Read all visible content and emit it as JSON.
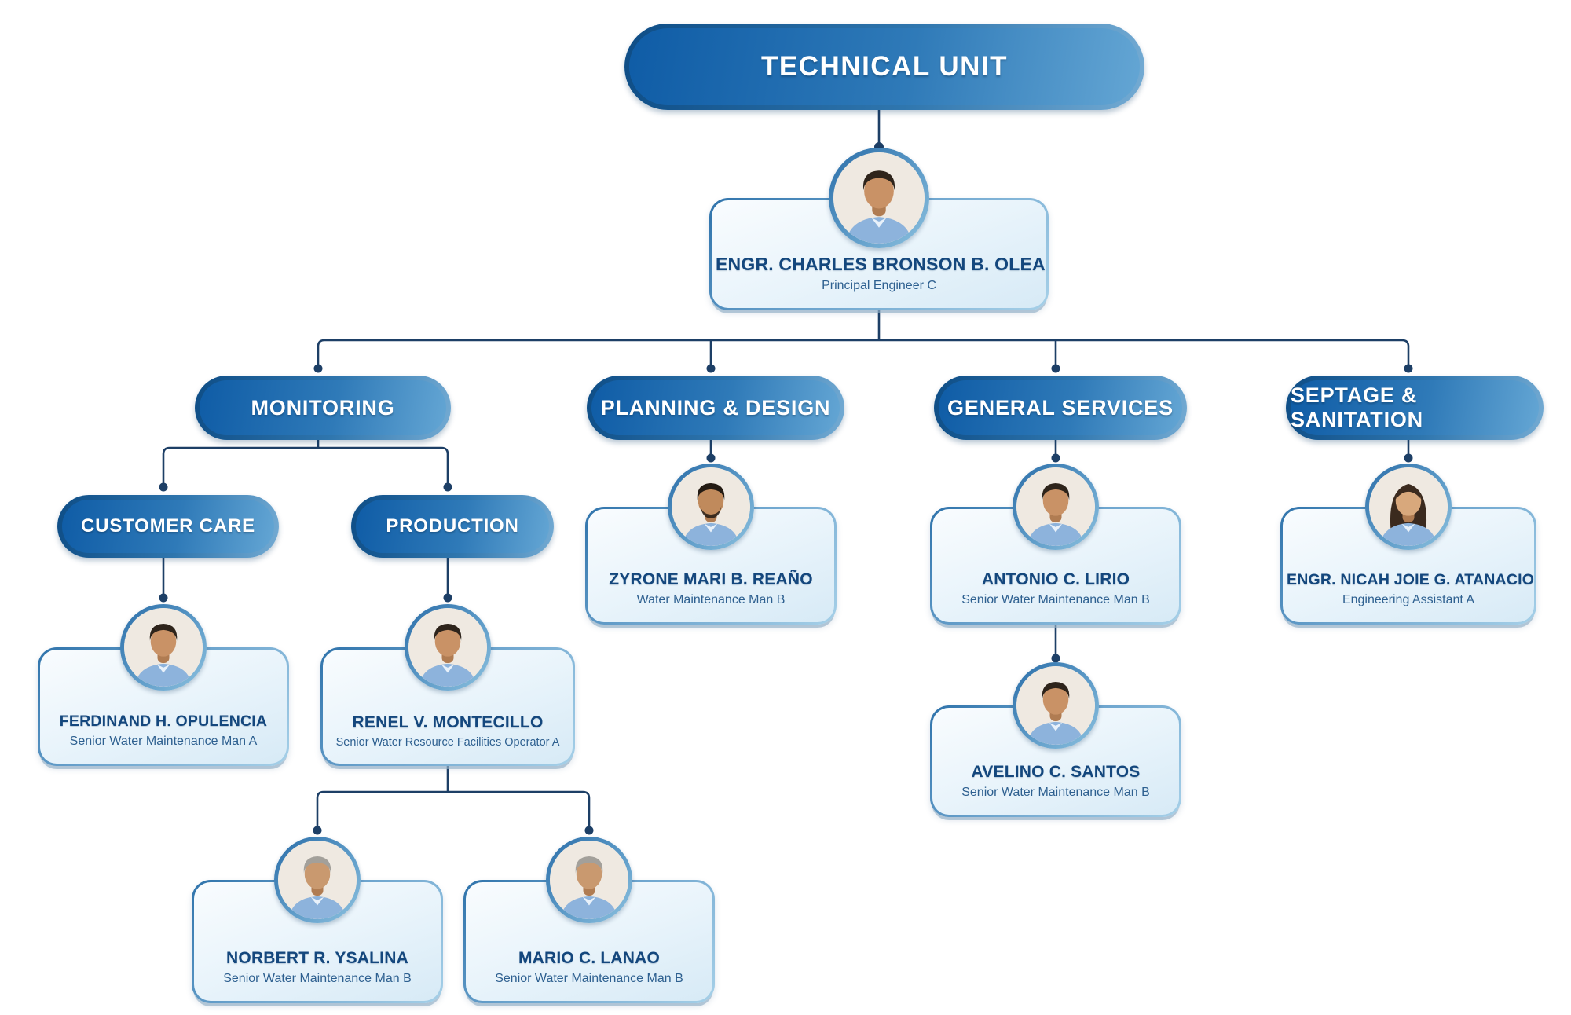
{
  "title": "TECHNICAL UNIT",
  "head": {
    "name": "ENGR. CHARLES BRONSON B. OLEA",
    "role": "Principal Engineer C",
    "avatar": "male-adult"
  },
  "branches": [
    {
      "label": "MONITORING",
      "units": [
        {
          "label": "CUSTOMER CARE",
          "person": {
            "name": "FERDINAND H. OPULENCIA",
            "role": "Senior Water Maintenance Man A",
            "avatar": "male-adult"
          }
        },
        {
          "label": "PRODUCTION",
          "person": {
            "name": "RENEL V. MONTECILLO",
            "role": "Senior Water Resource Facilities Operator A",
            "avatar": "male-adult"
          },
          "reports": [
            {
              "name": "NORBERT R. YSALINA",
              "role": "Senior Water Maintenance Man B",
              "avatar": "male-senior"
            },
            {
              "name": "MARIO C. LANAO",
              "role": "Senior Water Maintenance Man B",
              "avatar": "male-senior"
            }
          ]
        }
      ]
    },
    {
      "label": "PLANNING & DESIGN",
      "person": {
        "name": "ZYRONE MARI B. REAÑO",
        "role": "Water Maintenance Man B",
        "avatar": "male-young"
      }
    },
    {
      "label": "GENERAL SERVICES",
      "person": {
        "name": "ANTONIO C. LIRIO",
        "role": "Senior Water Maintenance Man B",
        "avatar": "male-adult"
      },
      "report": {
        "name": "AVELINO C. SANTOS",
        "role": "Senior Water Maintenance Man B",
        "avatar": "male-adult"
      }
    },
    {
      "label": "SEPTAGE & SANITATION",
      "person": {
        "name": "ENGR. NICAH JOIE G. ATANACIO",
        "role": "Engineering Assistant A",
        "avatar": "female-adult"
      }
    }
  ],
  "colors": {
    "name_navy": "#14477d",
    "role_blue": "#2e6090",
    "connector": "#1d3f66",
    "pill_dark": "#0f5ca6",
    "pill_light": "#64a6d4",
    "card_border_dark": "#2f73ab",
    "card_border_light": "#a6d0e8",
    "card_bg_light": "#f9fcfe",
    "card_bg_deep": "#d7eaf6"
  }
}
